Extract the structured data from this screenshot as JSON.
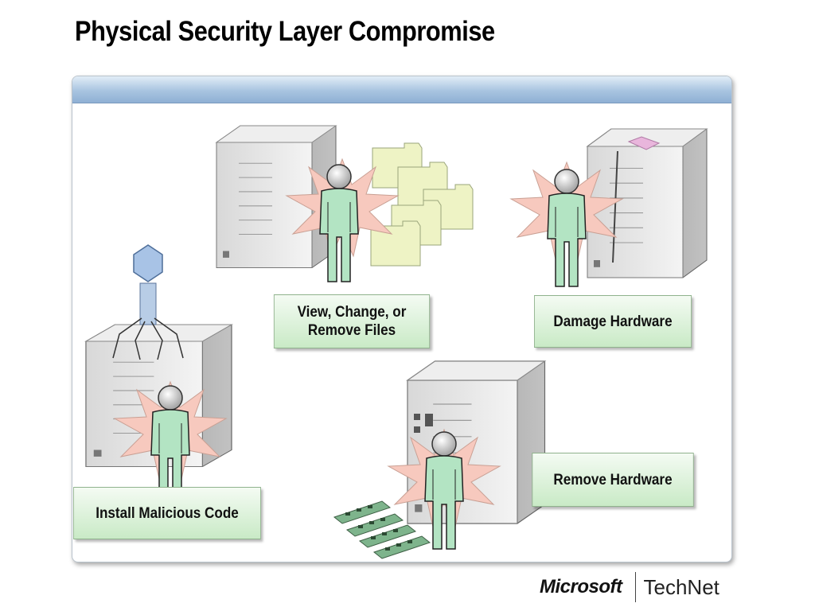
{
  "title": "Physical Security Layer Compromise",
  "labels": {
    "view_change_remove": "View, Change, or\nRemove Files",
    "damage_hardware": "Damage Hardware",
    "install_malicious_code": "Install Malicious Code",
    "remove_hardware": "Remove Hardware"
  },
  "footer": {
    "microsoft": "Microsoft",
    "technet": "TechNet"
  },
  "colors": {
    "label_fill": "#c9eac6",
    "person": "#b3e4c3",
    "burst": "#f7c9be",
    "header_blue": "#a8c4e0"
  }
}
